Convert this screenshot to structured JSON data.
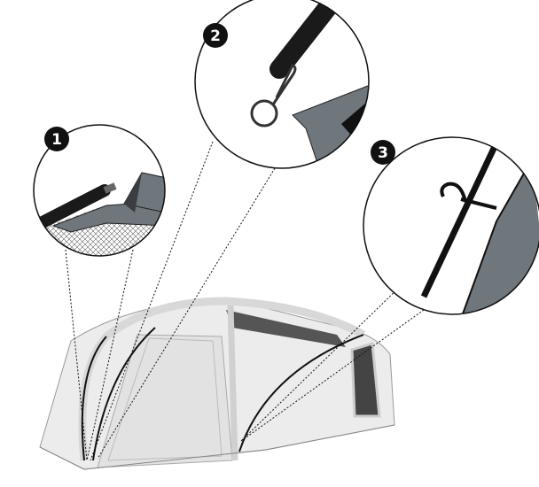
{
  "callouts": [
    {
      "number": "1"
    },
    {
      "number": "2"
    },
    {
      "number": "3"
    }
  ],
  "colors": {
    "fabric": "#6f767c",
    "pole": "#1a1a1a",
    "tent_body": "#ececec",
    "badge": "#111111"
  }
}
